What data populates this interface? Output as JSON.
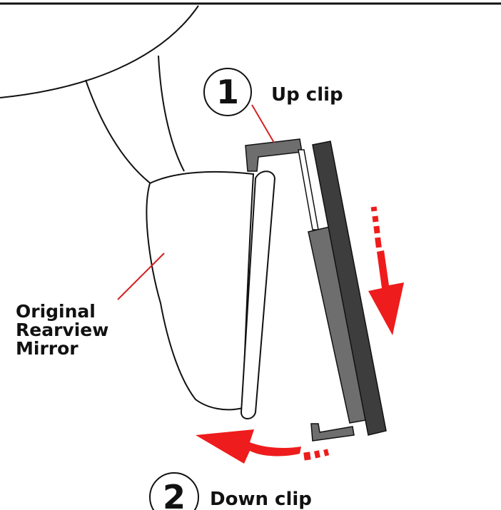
{
  "steps": [
    {
      "number": "1",
      "label": "Up clip"
    },
    {
      "number": "2",
      "label": "Down clip"
    }
  ],
  "mirror_label": {
    "line1": "Original",
    "line2": "Rearview",
    "line3": "Mirror"
  },
  "colors": {
    "arrow": "#ee1c1c",
    "leader": "#d41f1f",
    "clip": "#6e6e6e",
    "housing": "#3d3d3d",
    "outline": "#111111"
  }
}
